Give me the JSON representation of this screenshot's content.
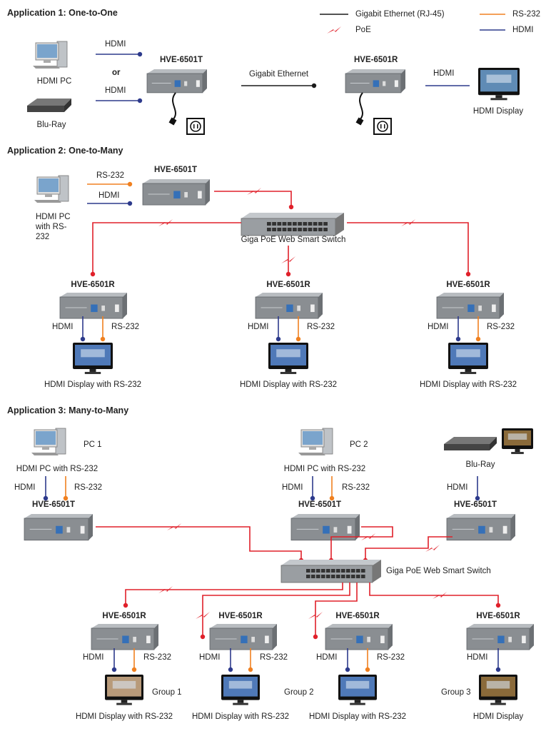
{
  "legend": {
    "ethernet": "Gigabit Ethernet (RJ-45)",
    "poe": "PoE",
    "rs232": "RS-232",
    "hdmi": "HDMI"
  },
  "colors": {
    "ethernet": "#1a1a1a",
    "poe": "#e0202a",
    "rs232": "#f08020",
    "hdmi": "#2d3a8c",
    "device": "#8a8e92"
  },
  "app1": {
    "title": "Application 1: One-to-One",
    "hdmi_pc": "HDMI PC",
    "bluray": "Blu-Ray",
    "or": "or",
    "hdmi": "HDMI",
    "tx": "HVE-6501T",
    "rx": "HVE-6501R",
    "link": "Gigabit Ethernet",
    "display": "HDMI Display"
  },
  "app2": {
    "title": "Application 2: One-to-Many",
    "pc_line1": "HDMI PC",
    "pc_line2": "with RS-",
    "pc_line3": "232",
    "rs232": "RS-232",
    "hdmi": "HDMI",
    "tx": "HVE-6501T",
    "rx": "HVE-6501R",
    "switch": "Giga PoE Web Smart Switch",
    "display": "HDMI Display with RS-232"
  },
  "app3": {
    "title": "Application 3:  Many-to-Many",
    "pc1": "PC 1",
    "pc2": "PC 2",
    "pc_caption": "HDMI PC with RS-232",
    "bluray": "Blu-Ray",
    "hdmi": "HDMI",
    "rs232": "RS-232",
    "tx": "HVE-6501T",
    "rx": "HVE-6501R",
    "switch": "Giga PoE Web Smart Switch",
    "display_rs": "HDMI Display with RS-232",
    "display": "HDMI Display",
    "group1": "Group 1",
    "group2": "Group 2",
    "group3": "Group 3"
  }
}
